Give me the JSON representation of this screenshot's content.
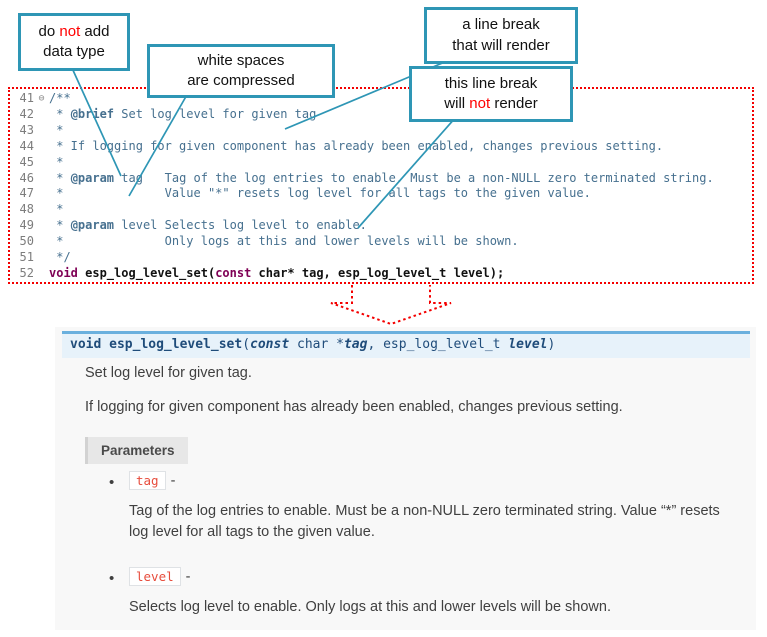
{
  "callouts": [
    {
      "lines": [
        [
          {
            "t": "do "
          },
          {
            "t": "not",
            "red": true
          },
          {
            "t": " add"
          }
        ],
        [
          {
            "t": "data type"
          }
        ]
      ]
    },
    {
      "lines": [
        [
          {
            "t": "white spaces"
          }
        ],
        [
          {
            "t": "are compressed"
          }
        ]
      ]
    },
    {
      "lines": [
        [
          {
            "t": "a line break"
          }
        ],
        [
          {
            "t": "that will render"
          }
        ]
      ]
    },
    {
      "lines": [
        [
          {
            "t": "this line break"
          }
        ],
        [
          {
            "t": "will "
          },
          {
            "t": "not",
            "red": true
          },
          {
            "t": " render"
          }
        ]
      ]
    }
  ],
  "code": {
    "lines": [
      {
        "num": "41",
        "fold": "⊖",
        "segs": [
          {
            "t": "/**",
            "c": "doc"
          }
        ]
      },
      {
        "num": "42",
        "segs": [
          {
            "t": " * ",
            "c": "doc"
          },
          {
            "t": "@brief",
            "c": "tag"
          },
          {
            "t": " Set log level for given tag",
            "c": "doc"
          }
        ]
      },
      {
        "num": "43",
        "segs": [
          {
            "t": " *",
            "c": "doc"
          }
        ]
      },
      {
        "num": "44",
        "segs": [
          {
            "t": " * If logging for given component has already been enabled, changes previous setting.",
            "c": "doc"
          }
        ]
      },
      {
        "num": "45",
        "segs": [
          {
            "t": " *",
            "c": "doc"
          }
        ]
      },
      {
        "num": "46",
        "segs": [
          {
            "t": " * ",
            "c": "doc"
          },
          {
            "t": "@param",
            "c": "tag"
          },
          {
            "t": " tag   Tag of the log entries to enable. Must be a non-NULL zero terminated string.",
            "c": "doc"
          }
        ]
      },
      {
        "num": "47",
        "segs": [
          {
            "t": " *              Value \"*\" resets log level for all tags to the given value.",
            "c": "doc"
          }
        ]
      },
      {
        "num": "48",
        "segs": [
          {
            "t": " *",
            "c": "doc"
          }
        ]
      },
      {
        "num": "49",
        "segs": [
          {
            "t": " * ",
            "c": "doc"
          },
          {
            "t": "@param",
            "c": "tag"
          },
          {
            "t": " level Selects log level to enable.",
            "c": "doc"
          }
        ]
      },
      {
        "num": "50",
        "segs": [
          {
            "t": " *              Only logs at this and lower levels will be shown.",
            "c": "doc"
          }
        ]
      },
      {
        "num": "51",
        "segs": [
          {
            "t": " */",
            "c": "doc"
          }
        ]
      },
      {
        "num": "52",
        "segs": [
          {
            "t": "void",
            "c": "kw"
          },
          {
            "t": " esp_log_level_set(",
            "c": "code"
          },
          {
            "t": "const",
            "c": "kw"
          },
          {
            "t": " char* tag, esp_log_level_t level);",
            "c": "code"
          }
        ]
      }
    ]
  },
  "docs": {
    "signature": [
      {
        "t": "void ",
        "c": "s-kw"
      },
      {
        "t": "esp_log_level_set",
        "c": "s-name"
      },
      {
        "t": "(",
        "c": "s-plain"
      },
      {
        "t": "const",
        "c": "s-const"
      },
      {
        "t": " char *",
        "c": "s-plain"
      },
      {
        "t": "tag",
        "c": "s-param"
      },
      {
        "t": ", ",
        "c": "s-plain"
      },
      {
        "t": "esp_log_level_t ",
        "c": "s-plain"
      },
      {
        "t": "level",
        "c": "s-param"
      },
      {
        "t": ")",
        "c": "s-plain"
      }
    ],
    "p1": "Set log level for given tag.",
    "p2": "If logging for given component has already been enabled, changes previous setting.",
    "parameters_label": "Parameters",
    "params": [
      {
        "name": "tag",
        "desc": "Tag of the log entries to enable. Must be a non-NULL zero terminated string. Value “*” resets log level for all tags to the given value."
      },
      {
        "name": "level",
        "desc": "Selects log level to enable. Only logs at this and lower levels will be shown."
      }
    ]
  },
  "colors": {
    "accent_teal": "#2e96b5",
    "annotation_red": "#ff0000",
    "keyword_maroon": "#7f0055",
    "doc_comment_blue": "#46708F",
    "signature_bg": "#e7f2fa",
    "signature_border": "#6ab0de",
    "param_code_red": "#e74c3c"
  }
}
